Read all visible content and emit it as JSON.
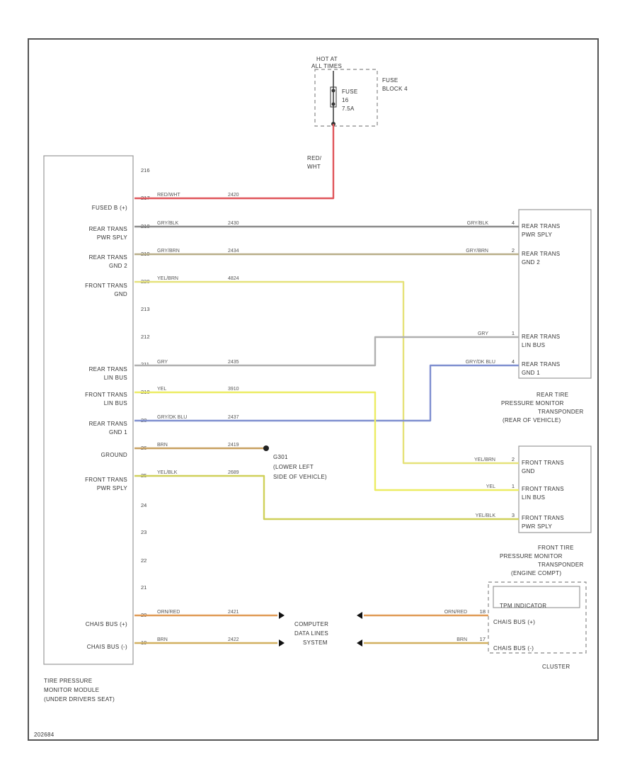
{
  "fuse_block": {
    "hot_label": [
      "HOT AT",
      "ALL TIMES"
    ],
    "fuse_label": [
      "FUSE",
      "16",
      "7.5A"
    ],
    "block_label": [
      "FUSE",
      "BLOCK 4"
    ],
    "feed_color_label": [
      "RED/",
      "WHT"
    ]
  },
  "tpm_module": {
    "name_lines": [
      "TIRE PRESSURE",
      "MONITOR MODULE",
      "(UNDER DRIVERS SEAT)"
    ],
    "pin_labels": [
      "FUSED B (+)",
      "REAR TRANS\nPWR SPLY",
      "REAR TRANS\nGND 2",
      "FRONT TRANS\nGND",
      "REAR TRANS\nLIN BUS",
      "FRONT TRANS\nLIN BUS",
      "REAR TRANS\nGND 1",
      "GROUND",
      "FRONT TRANS\nPWR SPLY",
      "CHAIS BUS (+)",
      "CHAIS BUS (-)"
    ],
    "pin_numbers": [
      "216",
      "217",
      "218",
      "219",
      "220",
      "213",
      "212",
      "211",
      "210",
      "28",
      "26",
      "25",
      "24",
      "23",
      "22",
      "21",
      "20",
      "19"
    ]
  },
  "rear_transponder": {
    "name_lines": [
      "REAR TIRE",
      "PRESSURE MONITOR",
      "TRANSPONDER",
      "(REAR OF VEHICLE)"
    ],
    "pins": [
      "REAR TRANS\nPWR SPLY",
      "REAR TRANS\nGND 2",
      "REAR TRANS\nLIN BUS",
      "REAR TRANS\nGND 1"
    ]
  },
  "front_transponder": {
    "name_lines": [
      "FRONT TIRE",
      "PRESSURE MONITOR",
      "TRANSPONDER",
      "(ENGINE COMPT)"
    ],
    "pins": [
      "FRONT TRANS\nGND",
      "FRONT TRANS\nLIN BUS",
      "FRONT TRANS\nPWR SPLY"
    ]
  },
  "cluster": {
    "name": "CLUSTER",
    "inner_label": "TPM INDICATOR",
    "pins": [
      "CHAIS BUS (+)",
      "CHAIS BUS (-)"
    ]
  },
  "ground": {
    "name_lines": [
      "G301",
      "(LOWER LEFT",
      "SIDE OF VEHICLE)"
    ]
  },
  "data_lines": {
    "name_lines": [
      "COMPUTER",
      "DATA LINES",
      "SYSTEM"
    ]
  },
  "wires": {
    "fused_b": {
      "color_name": "RED/WHT",
      "circuit": "2420",
      "hex": "#e0555a"
    },
    "rear_pwr": {
      "color_name": "GRY/BLK",
      "circuit": "2430",
      "hex": "#8a8a8a",
      "far_pin": "4"
    },
    "rear_gnd2": {
      "color_name": "GRY/BRN",
      "circuit": "2434",
      "hex": "#b8ae88",
      "far_pin": "2"
    },
    "front_gnd": {
      "color_name": "YEL/BRN",
      "circuit": "4824",
      "hex": "#e6e27a",
      "far_pin": "2"
    },
    "rear_lin": {
      "color_name": "GRY",
      "circuit": "2435",
      "hex": "#b0b0b0",
      "far_pin": "1"
    },
    "rear_gnd1": {
      "color_name": "GRY/DK BLU",
      "circuit": "2437",
      "hex": "#7f8fd0",
      "far_pin": "4"
    },
    "front_lin": {
      "color_name": "YEL",
      "circuit": "3910",
      "hex": "#ecec62",
      "far_pin": "1"
    },
    "ground": {
      "color_name": "BRN",
      "circuit": "2419",
      "hex": "#c8a060"
    },
    "front_pwr": {
      "color_name": "YEL/BLK",
      "circuit": "2689",
      "hex": "#cfd05a",
      "far_pin": "3"
    },
    "can_hi": {
      "color_name": "ORN/RED",
      "circuit": "2421",
      "hex": "#e09a55",
      "far_pin": "18"
    },
    "can_lo": {
      "color_name": "BRN",
      "circuit": "2422",
      "hex": "#d2b060",
      "far_pin": "17"
    }
  },
  "footer": {
    "code": "202684"
  }
}
